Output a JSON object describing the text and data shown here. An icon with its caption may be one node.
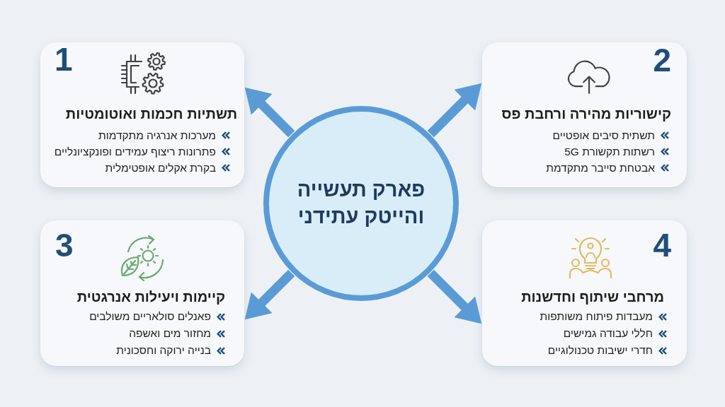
{
  "diagram": {
    "nodes": [
      {
        "text": [
          "פארק תעשייה והייטק עתידני"
        ]
      },
      {
        "text": [
          "1",
          "תשתיות חכמות ואוטומטיות",
          "מערכות אנרגיה מתקדמות",
          "פתרונות ריצוף עמידים ופונקציונליים",
          "בקרת אקלים אופטימלית"
        ]
      },
      {
        "text": [
          "2",
          "קישוריות מהירה ורחבת פס",
          "תשתית סיבים אופטיים",
          "רשתות תקשורת 5G",
          "אבטחת סייבר מתקדמת"
        ]
      },
      {
        "text": [
          "3",
          "קיימות ויעילות אנרגטית",
          "פאנלים סולאריים משולבים",
          "מחזור מים ואשפה",
          "בנייה ירוקה וחסכונית"
        ]
      },
      {
        "text": [
          "4",
          "מרחבי שיתוף וחדשנות",
          "מעבדות פיתוח משותפות",
          "חללי עבודה גמישים",
          "חדרי ישיבות טכנולוגיים"
        ]
      }
    ],
    "edges": [
      {
        "from": 0,
        "to": 1,
        "arrow": "to"
      },
      {
        "from": 0,
        "to": 2,
        "arrow": "to"
      },
      {
        "from": 0,
        "to": 3,
        "arrow": "to"
      },
      {
        "from": 0,
        "to": 4,
        "arrow": "to"
      }
    ]
  }
}
